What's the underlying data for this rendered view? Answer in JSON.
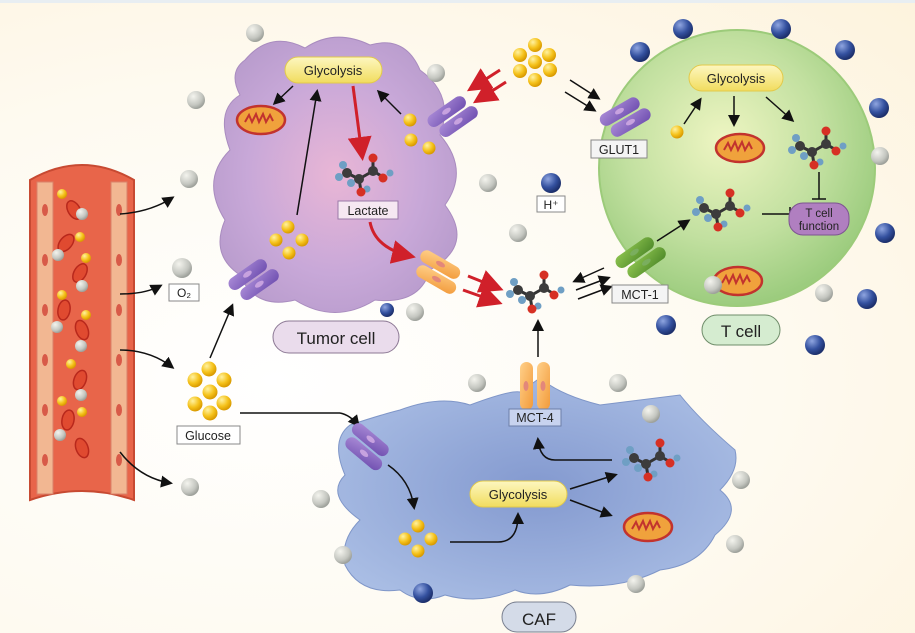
{
  "labels": {
    "tumor_glycolysis": "Glycolysis",
    "lactate": "Lactate",
    "h_plus": "H⁺",
    "glut1": "GLUT1",
    "tcell_glycolysis": "Glycolysis",
    "tcell_function_line1": "T cell",
    "tcell_function_line2": "function",
    "mct1": "MCT-1",
    "mct4": "MCT-4",
    "o2": "O₂",
    "glucose": "Glucose",
    "tumor_cell": "Tumor cell",
    "t_cell": "T cell",
    "caf_glycolysis": "Glycolysis",
    "caf": "CAF"
  },
  "colors": {
    "tumor_cell": "#c9a9d6",
    "t_cell": "#bfe0a0",
    "caf": "#8fa8d8",
    "glucose": "#f5c21b",
    "oxygen": "#c8c9c4",
    "proton": "#2f4a9a",
    "vessel": "#e8654a",
    "red_arrow": "#d0202a",
    "glycolysis_pill": "#f9eb86"
  }
}
